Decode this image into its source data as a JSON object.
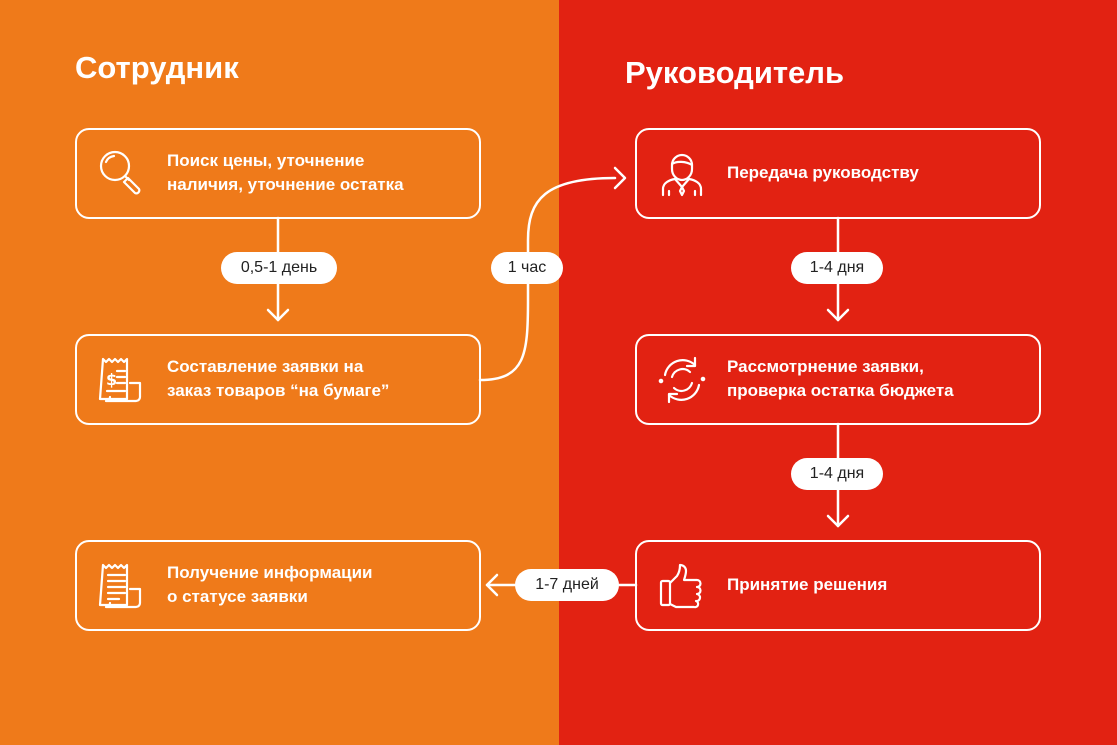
{
  "columns": {
    "employee": "Сотрудник",
    "manager": "Руководитель"
  },
  "steps": {
    "search": "Поиск цены, уточнение\nналичия, уточнение остатка",
    "compose": "Составление заявки на\nзаказ товаров “на бумаге”",
    "receive": "Получение информации\nо статусе заявки",
    "handover": "Передача руководству",
    "review": "Рассмотрнение заявки,\nпроверка остатка бюджета",
    "decision": "Принятие решения"
  },
  "durations": {
    "search_to_compose": "0,5-1 день",
    "compose_to_handover": "1 час",
    "handover_to_review": "1-4 дня",
    "review_to_decision": "1-4 дня",
    "decision_to_receive": "1-7 дней"
  },
  "icons": {
    "search": "magnifier-icon",
    "compose": "receipt-icon",
    "receive": "document-icon",
    "handover": "manager-icon",
    "review": "refresh-icon",
    "decision": "thumbs-up-icon"
  },
  "colors": {
    "employee_bg": "#EF7A1A",
    "manager_bg": "#E22212",
    "line": "#FFFFFF"
  }
}
